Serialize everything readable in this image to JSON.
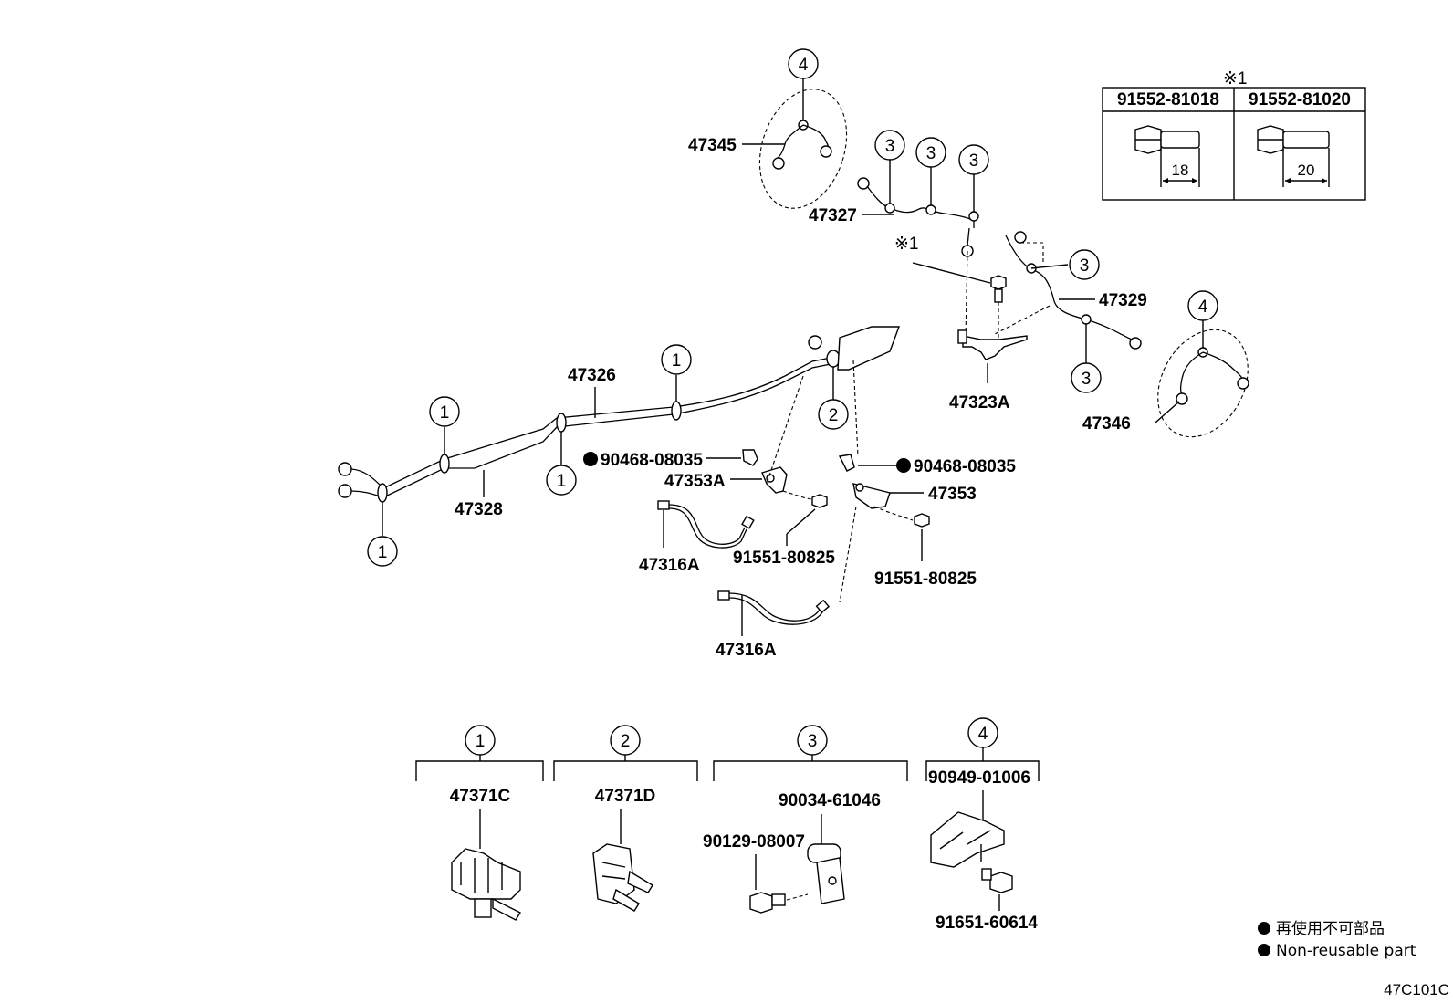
{
  "diagram": {
    "parts": {
      "p47345": "47345",
      "p47327": "47327",
      "p47329": "47329",
      "p47323A": "47323A",
      "p47346": "47346",
      "p47326": "47326",
      "p47328": "47328",
      "p90468_l": "90468-08035",
      "p90468_r": "90468-08035",
      "p47353A": "47353A",
      "p47353": "47353",
      "p47316A_a": "47316A",
      "p47316A_b": "47316A",
      "p91551_a": "91551-80825",
      "p91551_b": "91551-80825"
    },
    "note_mark": "※1",
    "callouts": {
      "one": "1",
      "two": "2",
      "three": "3",
      "four": "4"
    },
    "bolt_table": {
      "mark": "※1",
      "col1_part": "91552-81018",
      "col2_part": "91552-81020",
      "col1_len": "18",
      "col2_len": "20"
    },
    "groups": {
      "g1_part": "47371C",
      "g2_part": "47371D",
      "g3_part_a": "90034-61046",
      "g3_part_b": "90129-08007",
      "g4_part_a": "90949-01006",
      "g4_part_b": "91651-60614"
    },
    "legend": {
      "line_jp": "再使用不可部品",
      "line_en": "Non-reusable part"
    },
    "figure_code": "47C101C"
  }
}
